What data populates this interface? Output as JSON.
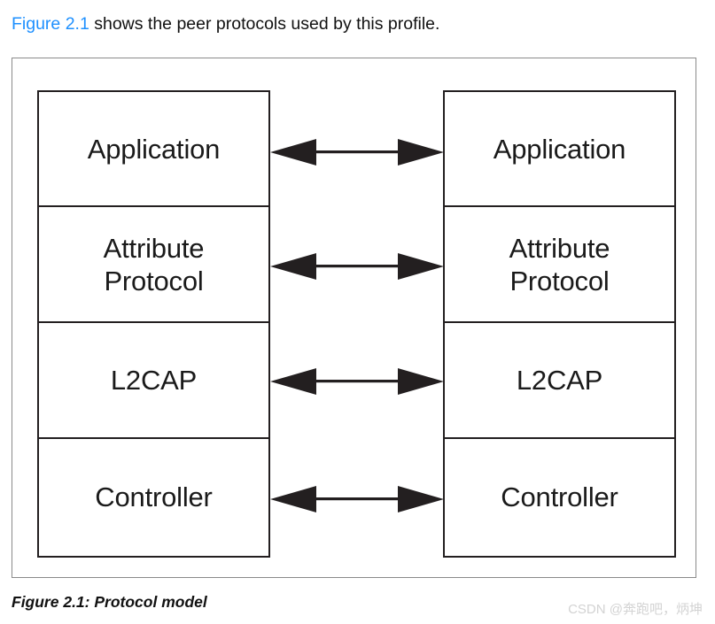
{
  "intro": {
    "link_text": "Figure 2.1",
    "rest_text": " shows the peer protocols used by this profile."
  },
  "figure": {
    "caption": "Figure 2.1: Protocol model",
    "left_stack": {
      "title": "local-device-protocol-stack",
      "layers": [
        {
          "label": "Application"
        },
        {
          "label": "Attribute\nProtocol",
          "line1": "Attribute",
          "line2": "Protocol"
        },
        {
          "label": "L2CAP"
        },
        {
          "label": "Controller"
        }
      ]
    },
    "right_stack": {
      "title": "peer-device-protocol-stack",
      "layers": [
        {
          "label": "Application"
        },
        {
          "label": "Attribute\nProtocol",
          "line1": "Attribute",
          "line2": "Protocol"
        },
        {
          "label": "L2CAP"
        },
        {
          "label": "Controller"
        }
      ]
    },
    "connectors": [
      {
        "name": "application-peer-link",
        "type": "double-headed-arrow"
      },
      {
        "name": "attribute-protocol-peer-link",
        "type": "double-headed-arrow"
      },
      {
        "name": "l2cap-peer-link",
        "type": "double-headed-arrow"
      },
      {
        "name": "controller-peer-link",
        "type": "double-headed-arrow"
      }
    ]
  },
  "watermark": {
    "text": "CSDN @奔跑吧，炳坤"
  },
  "colors": {
    "link": "#1e90ff",
    "box_border": "#231f20",
    "frame_border": "#8a8a8a",
    "text": "#1a1a1a",
    "watermark": "#d3d3d3",
    "background": "#ffffff"
  }
}
